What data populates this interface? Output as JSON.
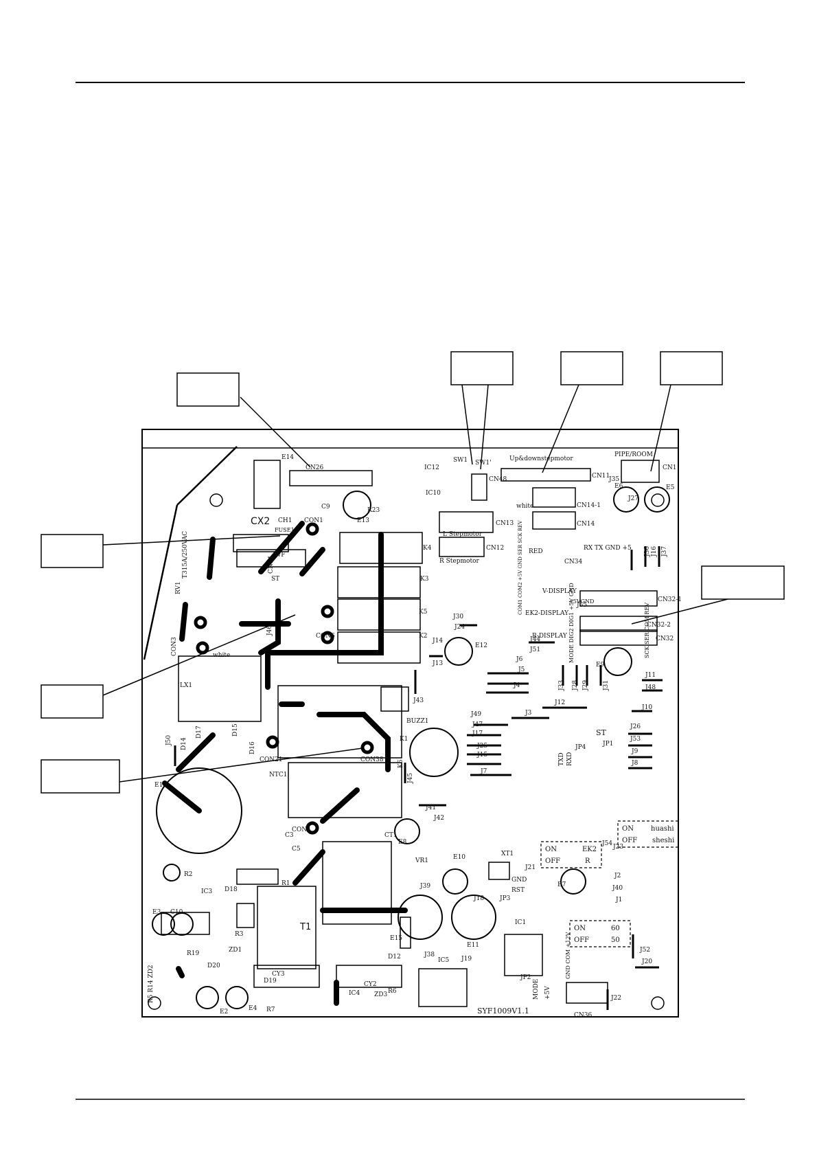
{
  "board": {
    "model": "SYF1009V1.1",
    "fuse_rating": "T315A/250VAC"
  },
  "connectors": {
    "cn26": "CN26",
    "cn1": "CN1",
    "pipe_room": "PIPE/ROOM",
    "cn11": "CN11",
    "updown": "Up&downstepmotor",
    "cn13": "CN13",
    "cn12": "CN12",
    "l_step": "L Stepmotor",
    "r_step": "R Stepmotor",
    "cn14_1": "CN14-1",
    "cn14": "CN14",
    "cn48": "CN48",
    "cn34": "CN34",
    "cn34_pins": "RX  TX GND +5",
    "cn32_1": "CN32-1",
    "cn32_2": "CN32-2",
    "cn32": "CN32",
    "v_display": "V-DISPLAY",
    "ek2_display": "EK2-DISPLAY",
    "r_display": "R-DISPLAY",
    "cn36": "CN36",
    "con1": "CON1",
    "con3": "CON3",
    "con4": "CON4",
    "con21": "CON21",
    "con38": "CON38",
    "con6": "CON6",
    "cn54": "CN54",
    "wf": "WF",
    "st": "ST"
  },
  "labels": {
    "sw1": "SW1",
    "sw1p": "SW1'",
    "white": "white",
    "red": "RED",
    "cx2": "CX2",
    "ch1": "CH1",
    "fuse1": "FUSE1",
    "rv1": "RV1",
    "lx1": "LX1",
    "e1": "E1",
    "e2": "E2",
    "e3": "E3",
    "e4": "E4",
    "e5": "E5",
    "e6": "E6",
    "e7": "E7",
    "e8": "E8",
    "e9": "E9",
    "e10": "E10",
    "e11": "E11",
    "e12": "E12",
    "e13": "E13",
    "e14": "E14",
    "e15": "E15",
    "ic1": "IC1",
    "ic3": "IC3",
    "ic4": "IC4",
    "ic5": "IC5",
    "ic10": "IC10",
    "ic12": "IC12",
    "k1": "K1",
    "k2": "K2",
    "k3": "K3",
    "k4": "K4",
    "k5": "K5",
    "k6": "K6",
    "t1": "T1",
    "buzz1": "BUZZ1",
    "ntc1": "NTC1",
    "vr1": "VR1",
    "xt1": "XT1",
    "ct1": "CT1",
    "c3": "C3",
    "c5": "C5",
    "c9": "C9",
    "c10": "C10",
    "cy2": "CY2",
    "cy3": "CY3",
    "r1": "R1",
    "r2": "R2",
    "r3": "R3",
    "r6": "R6",
    "r7": "R7",
    "r19": "R19",
    "r23": "R23",
    "r5r14zd2": "R5 R14 ZD2",
    "d12": "D12",
    "d18": "D18",
    "d19": "D19",
    "d20": "D20",
    "zd1": "ZD1",
    "zd3": "ZD3",
    "jp1": "JP1",
    "jp2": "JP2",
    "jp3": "JP3",
    "jp4": "JP4",
    "gnd": "GND",
    "rst": "RST",
    "txd": "TXD",
    "rxd": "RXD",
    "mode": "MODE",
    "plus5v": "+5V",
    "j23": "J23",
    "j2": "J2",
    "j1": "J1",
    "j40": "J40",
    "j52": "J52",
    "j20": "J20",
    "j22": "J22",
    "j54": "J54",
    "j21": "J21",
    "j18": "J18",
    "j19": "J19",
    "j38": "J38",
    "j39": "J39",
    "j41": "J41",
    "j42": "J42",
    "j45": "J45",
    "j43": "J43",
    "j49": "J49",
    "j47": "J47",
    "j17": "J17",
    "j25": "J25",
    "j15": "J15",
    "j7": "J7",
    "j3": "J3",
    "j4": "J4",
    "j5": "J5",
    "j6": "J6",
    "j12": "J12",
    "j13": "J13",
    "j14": "J14",
    "j24": "J24",
    "j30": "J30",
    "j44": "J44",
    "j51": "J51",
    "j33": "J33",
    "j28": "J28",
    "j29": "J29",
    "j31": "J31",
    "j11": "J11",
    "j48": "J48",
    "j10": "J10",
    "j26": "J26",
    "j53": "J53",
    "j9": "J9",
    "j8": "J8",
    "j27": "J27",
    "j35": "J35",
    "j36": "J36",
    "j16": "J16",
    "j37": "J37",
    "j50": "J50",
    "d14": "D14",
    "d17": "D17",
    "d15": "D15",
    "d16": "D16",
    "j46": "J46",
    "j55": "J55",
    "st2": "ST"
  },
  "display_pins": {
    "v_row": "+5VGND",
    "ek2_row": "COM1 COM2 +5V GND SER SCK REV",
    "r_bottom": "MODE DIG2 DIG1 +5V GND",
    "r_right": "SCK SER COM REV"
  },
  "cn36_pins": "GND COM +12V",
  "jumper_boxes": {
    "huashi_on": "ON",
    "huashi_on_val": "huashi",
    "huashi_off": "OFF",
    "huashi_off_val": "sheshi",
    "ek2_on": "ON",
    "ek2_on_val": "EK2",
    "ek2_off": "OFF",
    "ek2_off_val": "R",
    "hz_on": "ON",
    "hz_on_val": "60",
    "hz_off": "OFF",
    "hz_off_val": "50"
  }
}
